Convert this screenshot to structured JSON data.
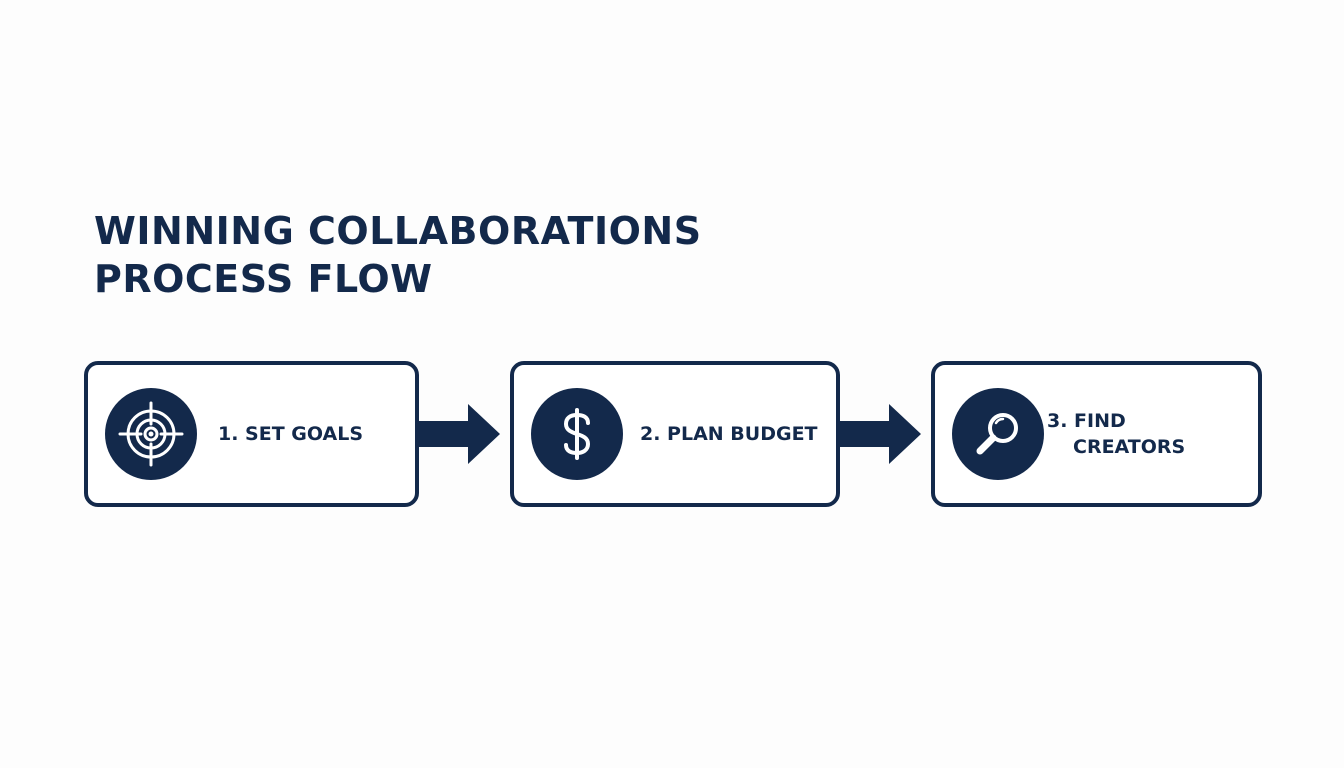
{
  "title": {
    "line1": "WINNING COLLABORATIONS",
    "line2": "PROCESS FLOW"
  },
  "steps": [
    {
      "label": "1. SET GOALS",
      "icon": "target-icon"
    },
    {
      "label": "2. PLAN BUDGET",
      "icon": "dollar-icon"
    },
    {
      "label_line1": "3. FIND",
      "label_line2": "CREATORS",
      "icon": "magnifier-icon"
    }
  ],
  "colors": {
    "primary": "#13294b",
    "background": "#fdfdfd",
    "box_fill": "#ffffff"
  }
}
